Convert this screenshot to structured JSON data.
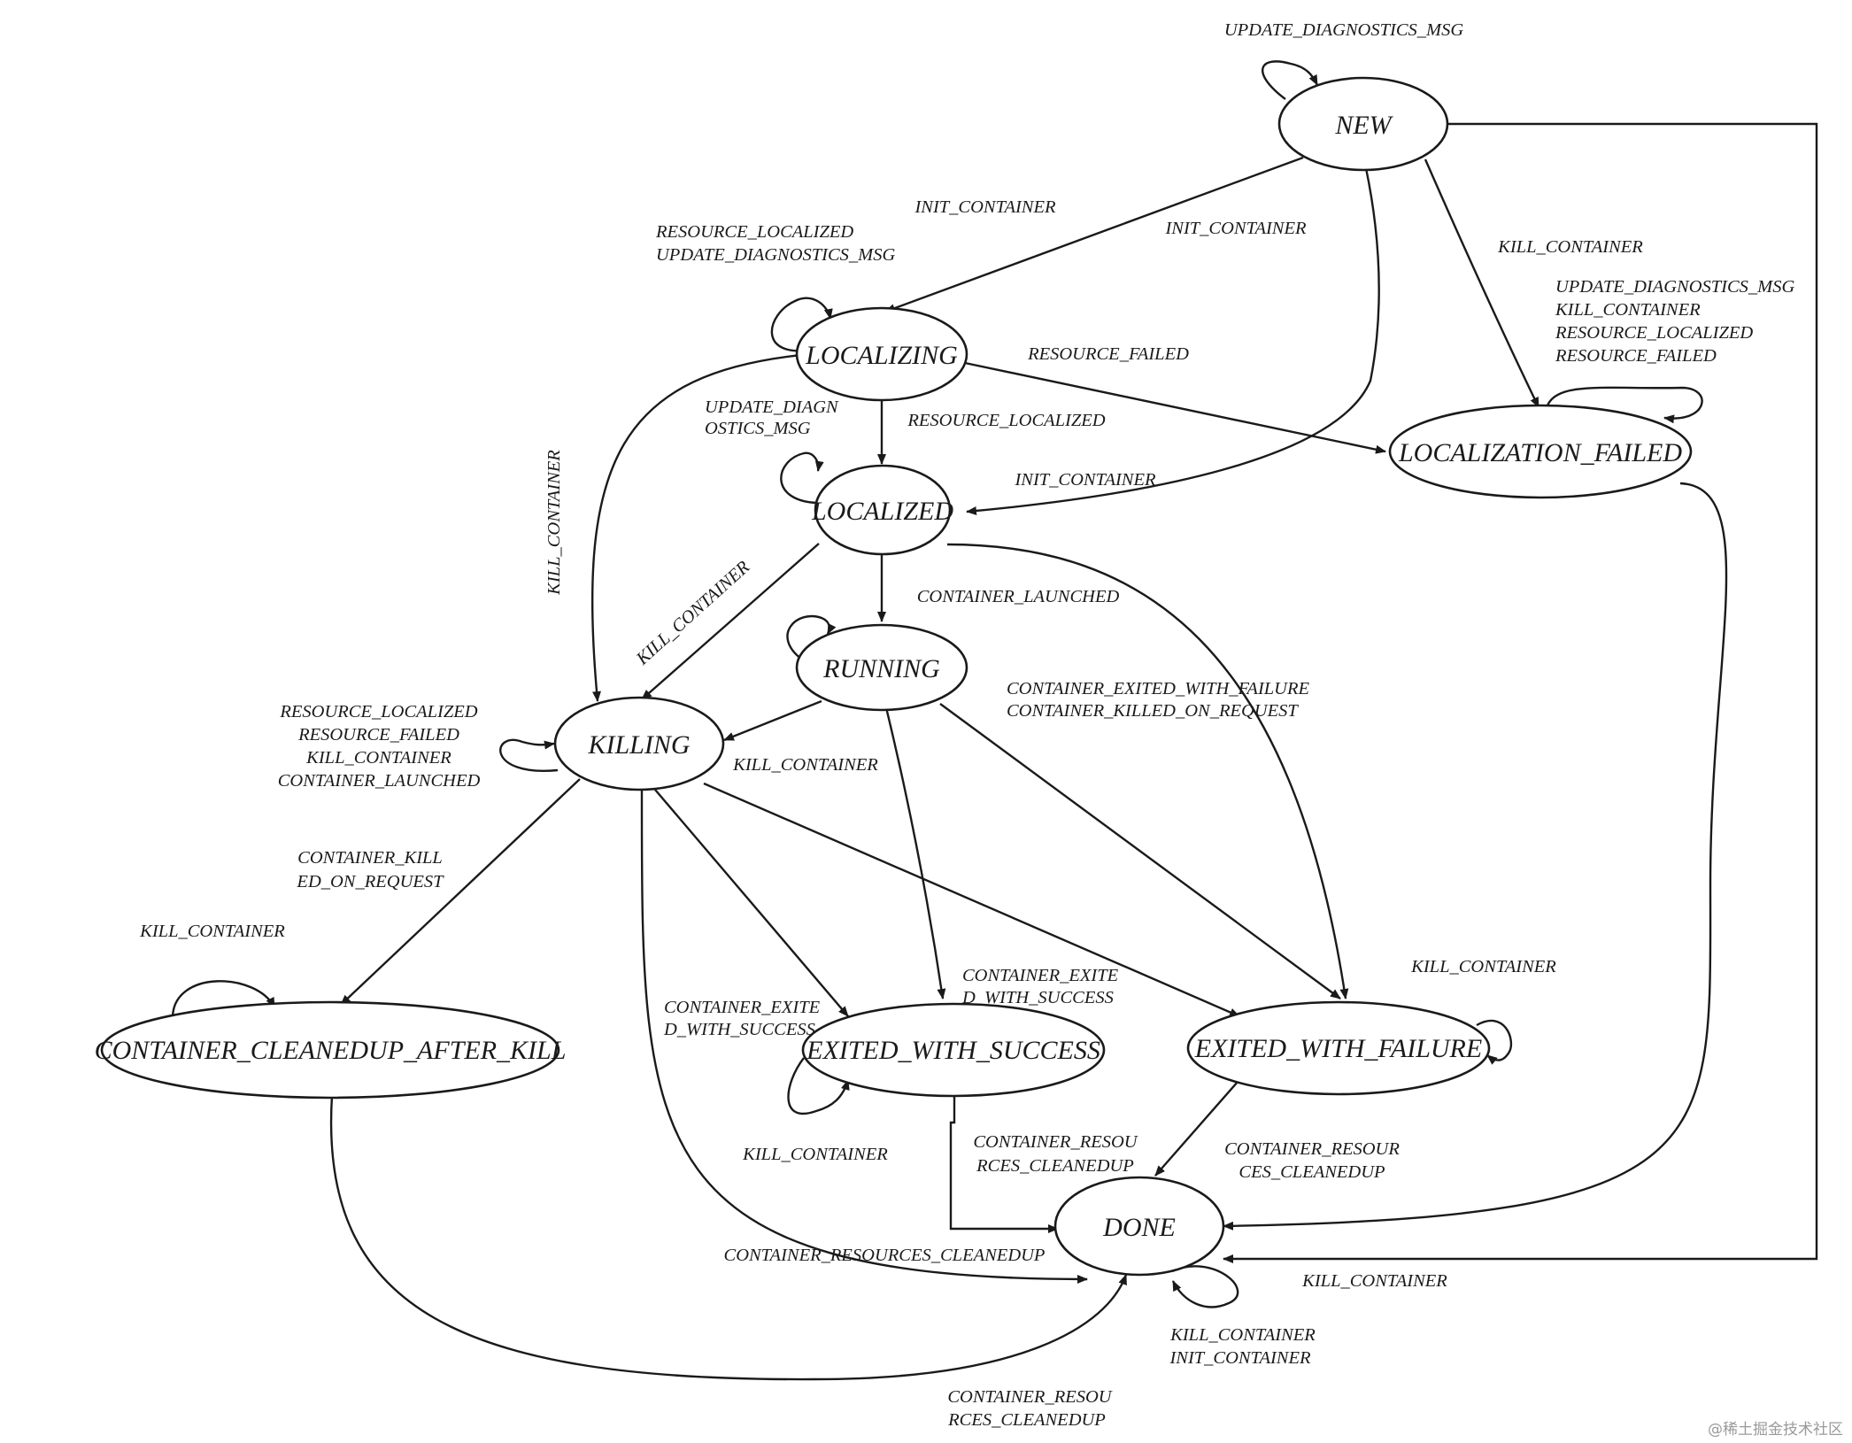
{
  "states": {
    "new": "NEW",
    "localizing": "LOCALIZING",
    "localized": "LOCALIZED",
    "localization_failed": "LOCALIZATION_FAILED",
    "running": "RUNNING",
    "killing": "KILLING",
    "container_cleanedup_after_kill": "CONTAINER_CLEANEDUP_AFTER_KILL",
    "exited_with_success": "EXITED_WITH_SUCCESS",
    "exited_with_failure": "EXITED_WITH_FAILURE",
    "done": "DONE"
  },
  "transitions": {
    "new_self": [
      "UPDATE_DIAGNOSTICS_MSG"
    ],
    "new_to_localizing_a": [
      "INIT_CONTAINER"
    ],
    "new_to_localizing_b": [
      "INIT_CONTAINER"
    ],
    "new_to_localization_failed": [
      "KILL_CONTAINER"
    ],
    "localization_failed_self": [
      "UPDATE_DIAGNOSTICS_MSG",
      "KILL_CONTAINER",
      "RESOURCE_LOCALIZED",
      "RESOURCE_FAILED"
    ],
    "localizing_self": [
      "RESOURCE_LOCALIZED",
      "UPDATE_DIAGNOSTICS_MSG"
    ],
    "localizing_to_localization_failed": [
      "RESOURCE_FAILED"
    ],
    "localizing_to_localized": [
      "RESOURCE_LOCALIZED"
    ],
    "localized_self": [
      "UPDATE_DIAGN",
      "OSTICS_MSG"
    ],
    "new_to_localized": [
      "INIT_CONTAINER"
    ],
    "localizing_to_killing": [
      "KILL_CONTAINER"
    ],
    "localized_to_killing": [
      "KILL_CONTAINER"
    ],
    "localized_to_running": [
      "CONTAINER_LAUNCHED"
    ],
    "running_to_exited_with_failure": [
      "CONTAINER_EXITED_WITH_FAILURE",
      "CONTAINER_KILLED_ON_REQUEST"
    ],
    "running_to_killing": [
      "KILL_CONTAINER"
    ],
    "killing_self": [
      "RESOURCE_LOCALIZED",
      "RESOURCE_FAILED",
      "KILL_CONTAINER",
      "CONTAINER_LAUNCHED"
    ],
    "killing_to_cleanedup": [
      "CONTAINER_KILL",
      "ED_ON_REQUEST"
    ],
    "cleanedup_self": [
      "KILL_CONTAINER"
    ],
    "killing_to_exited_with_success": [
      "CONTAINER_EXITE",
      "D_WITH_SUCCESS"
    ],
    "running_to_exited_with_success": [
      "CONTAINER_EXITE",
      "D_WITH_SUCCESS"
    ],
    "exited_with_success_self": [
      "KILL_CONTAINER"
    ],
    "exited_with_failure_self": [
      "KILL_CONTAINER"
    ],
    "exited_with_success_to_done": [
      "CONTAINER_RESOU",
      "RCES_CLEANEDUP"
    ],
    "exited_with_failure_to_done": [
      "CONTAINER_RESOUR",
      "CES_CLEANEDUP"
    ],
    "killing_to_done": [
      "CONTAINER_RESOURCES_CLEANEDUP"
    ],
    "new_to_done": [
      "KILL_CONTAINER"
    ],
    "done_self": [
      "KILL_CONTAINER",
      "INIT_CONTAINER"
    ],
    "cleanedup_to_done": [
      "CONTAINER_RESOU",
      "RCES_CLEANEDUP"
    ]
  },
  "watermark": "@稀土掘金技术社区"
}
